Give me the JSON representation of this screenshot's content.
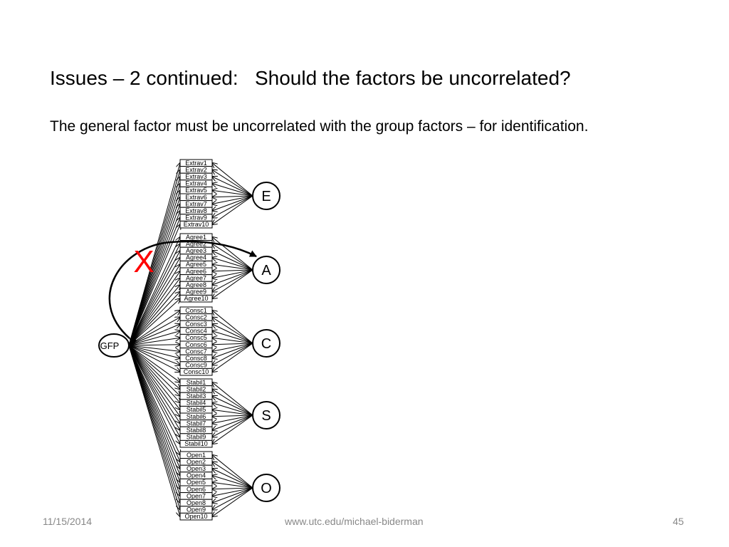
{
  "slide": {
    "title": "Issues – 2 continued:   Should the factors be uncorrelated?",
    "subtitle": "The general factor must be uncorrelated with the group factors – for identification.",
    "footer_date": "11/15/2014",
    "footer_url": "www.utc.edu/michael-biderman",
    "footer_page": "45"
  },
  "diagram": {
    "general_factor": "GFP",
    "cross_mark": "X",
    "cross_mark_color": "#ff0000",
    "groups": [
      {
        "factor": "E",
        "indicators": [
          "Extrav1",
          "Extrav2",
          "Extrav3",
          "Extrav4",
          "Extrav5",
          "Extrav6",
          "Extrav7",
          "Extrav8",
          "Extrav9",
          "Extrav10"
        ]
      },
      {
        "factor": "A",
        "indicators": [
          "Agree1",
          "Agree2",
          "Agree3",
          "Agree4",
          "Agree5",
          "Agree6",
          "Agree7",
          "Agree8",
          "Agree9",
          "Agree10"
        ]
      },
      {
        "factor": "C",
        "indicators": [
          "Consc1",
          "Consc2",
          "Consc3",
          "Consc4",
          "Consc5",
          "Consc6",
          "Consc7",
          "Consc8",
          "Consc9",
          "Consc10"
        ]
      },
      {
        "factor": "S",
        "indicators": [
          "Stabil1",
          "Stabil2",
          "Stabil3",
          "Stabil4",
          "Stabil5",
          "Stabil6",
          "Stabil7",
          "Stabil8",
          "Stabil9",
          "Stabil10"
        ]
      },
      {
        "factor": "O",
        "indicators": [
          "Open1",
          "Open2",
          "Open3",
          "Open4",
          "Open5",
          "Open6",
          "Open7",
          "Open8",
          "Open9",
          "Open10"
        ]
      }
    ]
  }
}
